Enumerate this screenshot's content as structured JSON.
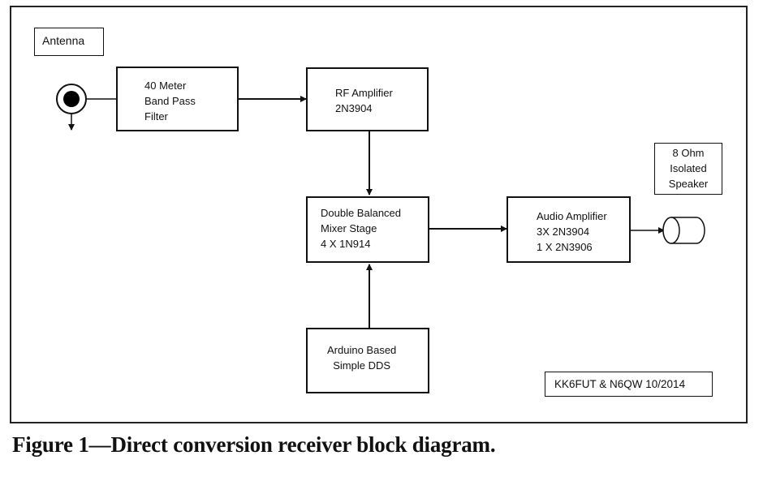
{
  "antenna_label": "Antenna",
  "blocks": {
    "bpf": [
      "40 Meter",
      "Band Pass",
      "Filter"
    ],
    "rf_amp": [
      "RF Amplifier",
      "2N3904"
    ],
    "mixer": [
      "Double Balanced",
      "Mixer Stage",
      "4 X 1N914"
    ],
    "audio_amp": [
      "Audio Amplifier",
      "3X 2N3904",
      "1 X 2N3906"
    ],
    "dds": [
      "Arduino Based",
      "Simple DDS"
    ]
  },
  "speaker_label": [
    "8 Ohm",
    "Isolated",
    "Speaker"
  ],
  "credit": "KK6FUT & N6QW 10/2014",
  "caption": "Figure 1—Direct conversion receiver block diagram."
}
